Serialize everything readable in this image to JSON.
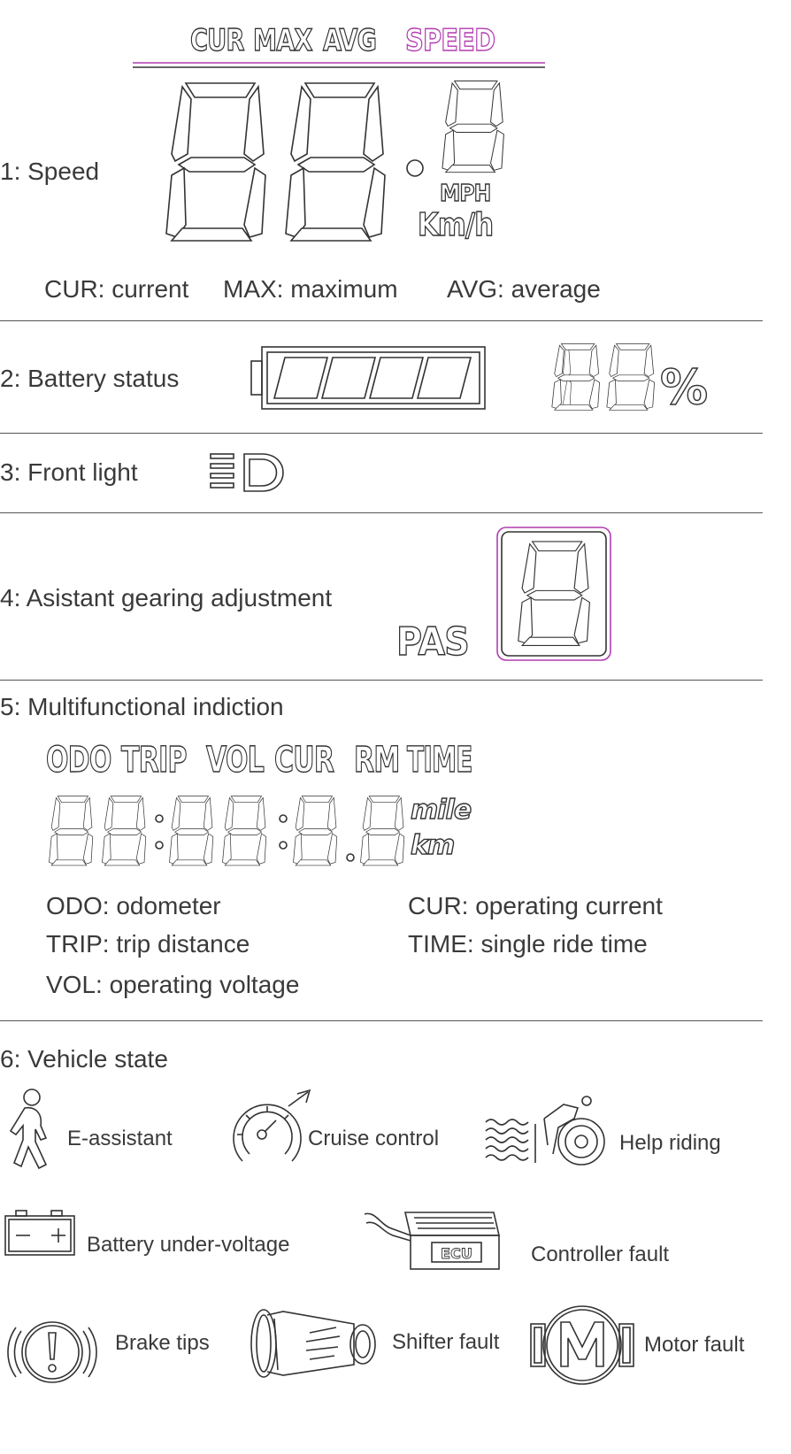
{
  "colors": {
    "accent_pink": "#b23bb0",
    "line": "#333333",
    "text": "#3a3a3a",
    "background": "#ffffff"
  },
  "speed": {
    "label": "1: Speed",
    "modes": [
      "CUR",
      "MAX",
      "AVG"
    ],
    "mode_active": "SPEED",
    "units": [
      "MPH",
      "Km/h"
    ],
    "legend": [
      "CUR: current",
      "MAX: maximum",
      "AVG: average"
    ]
  },
  "battery": {
    "label": "2:  Battery status",
    "percent_sign": "%"
  },
  "front_light": {
    "label": "3:  Front light",
    "icon": "headlight-icon"
  },
  "pas": {
    "label": "4:  Asistant gearing adjustment",
    "tag": "PAS"
  },
  "multi": {
    "label": "5:  Multifunctional indiction",
    "modes": [
      "ODO",
      "TRIP",
      "VOL",
      "CUR",
      "RM",
      "TIME"
    ],
    "units": [
      "mile",
      "km"
    ],
    "legend_left": [
      "ODO: odometer",
      "TRIP: trip distance",
      "VOL: operating  voltage"
    ],
    "legend_right": [
      "CUR: operating  current",
      "TIME: single ride time"
    ]
  },
  "vehicle": {
    "label": "6:   Vehicle state",
    "states": [
      {
        "label": "E-assistant",
        "icon": "walking-person-icon"
      },
      {
        "label": "Cruise control",
        "icon": "speedometer-icon"
      },
      {
        "label": "Help riding",
        "icon": "cyclist-icon"
      },
      {
        "label": "Battery under-voltage",
        "icon": "battery-icon"
      },
      {
        "label": "Controller fault",
        "icon": "ecu-icon"
      },
      {
        "label": "Brake tips",
        "icon": "brake-warning-icon"
      },
      {
        "label": "Shifter fault",
        "icon": "throttle-icon"
      },
      {
        "label": "Motor fault",
        "icon": "motor-icon"
      }
    ]
  }
}
